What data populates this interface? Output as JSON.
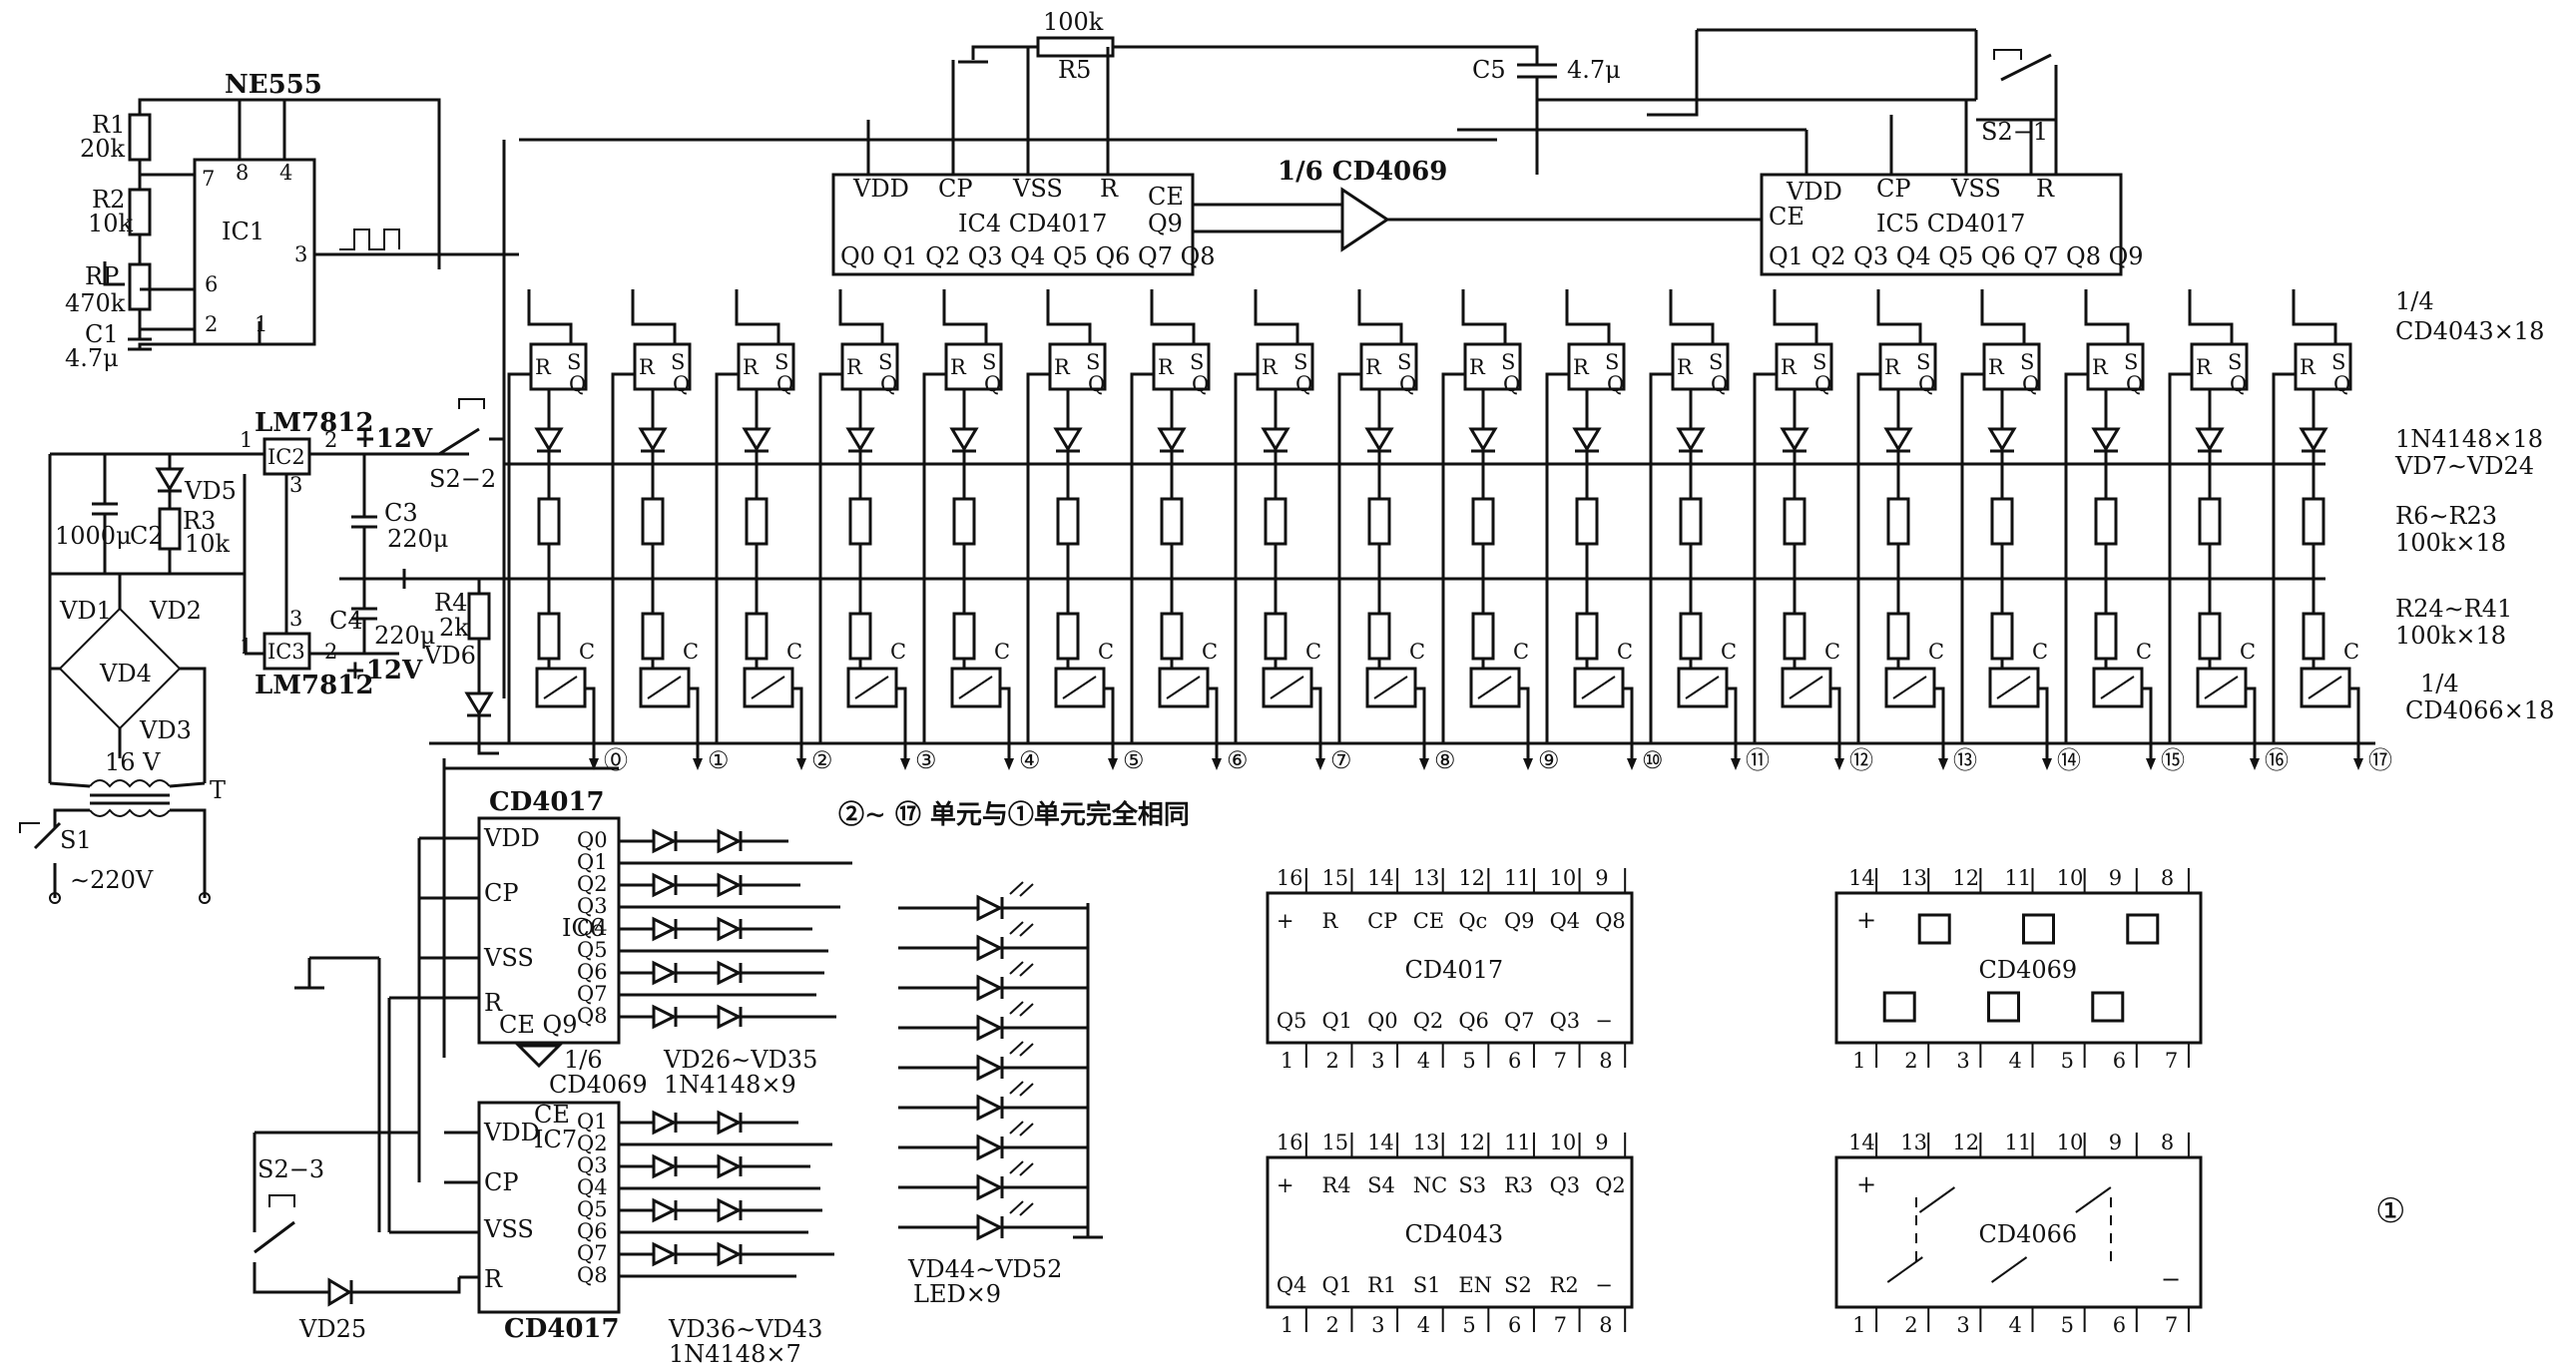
{
  "labels": {
    "ne555": "NE555",
    "ic1": "IC1",
    "r1": "R1",
    "r1v": "20k",
    "r2": "R2",
    "r2v": "10k",
    "rp": "RP",
    "rpv": "470k",
    "c1": "C1",
    "c1v": "4.7μ",
    "pin7": "7",
    "pin8": "8",
    "pin4": "4",
    "pin3": "3",
    "pin6": "6",
    "pin2": "2",
    "pin1": "1",
    "r5v": "100k",
    "r5": "R5",
    "c5": "C5",
    "c5v": "4.7μ",
    "s21": "S2−1",
    "cd4069_top": "1/6 CD4069",
    "ic4": "IC4  CD4017",
    "ic4_vdd": "VDD",
    "ic4_cp": "CP",
    "ic4_vss": "VSS",
    "ic4_r": "R",
    "ic4_ce": "CE",
    "ic4_q9": "Q9",
    "ic4_outs": "Q0 Q1 Q2 Q3 Q4 Q5 Q6 Q7 Q8",
    "ic5": "IC5  CD4017",
    "ic5_vdd": "VDD",
    "ic5_cp": "CP",
    "ic5_vss": "VSS",
    "ic5_r": "R",
    "ic5_ce": "CE",
    "ic5_outs": "Q1 Q2 Q3 Q4 Q5 Q6 Q7 Q8 Q9",
    "cd4043_count_a": "1/4",
    "cd4043_count_b": "CD4043×18",
    "diodes_a": "1N4148×18",
    "diodes_b": "VD7∼VD24",
    "r6_a": "R6∼R23",
    "r6_b": "100k×18",
    "r24_a": "R24∼R41",
    "r24_b": "100k×18",
    "cd4066_a": "1/4",
    "cd4066_b": "CD4066×18",
    "lm7812a": "LM7812",
    "ic2": "IC2",
    "lm7812b": "LM7812",
    "ic3": "IC3",
    "plus12a": "+12V",
    "plus12b": "+12V",
    "s22": "S2−2",
    "c3": "C3",
    "c3v": "220μ",
    "c4": "C4",
    "c4v": "220μ",
    "c2": "C2",
    "c2v": "1000μ",
    "r3": "R3",
    "r3v": "10k",
    "r4": "R4",
    "r4v": "2k",
    "vd5": "VD5",
    "vd6": "VD6",
    "vd1": "VD1",
    "vd2": "VD2",
    "vd3": "VD3",
    "vd4": "VD4",
    "transformer_v": "16 V",
    "t": "T",
    "s1": "S1",
    "mains": "∼220V",
    "cd4017_ic6": "CD4017",
    "ic6": "IC6",
    "ic6_vdd": "VDD",
    "ic6_cp": "CP",
    "ic6_vss": "VSS",
    "ic6_r": "R",
    "ic6_ce": "CE Q9",
    "ic6_outs": [
      "Q0",
      "Q1",
      "Q2",
      "Q3",
      "Q4",
      "Q5",
      "Q6",
      "Q7",
      "Q8"
    ],
    "cd4069_mid_a": "1/6",
    "cd4069_mid_b": "CD4069",
    "ic7": "IC7",
    "ic7_ce": "CE",
    "ic7_vdd": "VDD",
    "ic7_cp": "CP",
    "ic7_vss": "VSS",
    "ic7_r": "R",
    "ic7_outs": [
      "Q1",
      "Q2",
      "Q3",
      "Q4",
      "Q5",
      "Q6",
      "Q7",
      "Q8"
    ],
    "cd4017_ic7": "CD4017",
    "vd26_a": "VD26∼VD35",
    "vd26_b": "1N4148×9",
    "vd36_a": "VD36∼VD43",
    "vd36_b": "1N4148×7",
    "vd44_a": "VD44∼VD52",
    "vd44_b": "LED×9",
    "s23": "S2−3",
    "vd25": "VD25",
    "unit_note": "②∼ ⑰ 单元与①单元完全相同",
    "figure_mark": "①",
    "relay_c": "C",
    "latch_r": "R",
    "latch_s": "S",
    "latch_q": "Q",
    "units": [
      "⓪",
      "①",
      "②",
      "③",
      "④",
      "⑤",
      "⑥",
      "⑦",
      "⑧",
      "⑨",
      "⑩",
      "⑪",
      "⑫",
      "⑬",
      "⑭",
      "⑮",
      "⑯",
      "⑰"
    ]
  },
  "pinouts": {
    "cd4017": {
      "name": "CD4017",
      "top_nums": [
        "16",
        "15",
        "14",
        "13",
        "12",
        "11",
        "10",
        "9"
      ],
      "top_pins": [
        "+",
        "R",
        "CP",
        "CE",
        "Qc",
        "Q9",
        "Q4",
        "Q8"
      ],
      "bot_pins": [
        "Q5",
        "Q1",
        "Q0",
        "Q2",
        "Q6",
        "Q7",
        "Q3",
        "−"
      ],
      "bot_nums": [
        "1",
        "2",
        "3",
        "4",
        "5",
        "6",
        "7",
        "8"
      ]
    },
    "cd4043": {
      "name": "CD4043",
      "top_nums": [
        "16",
        "15",
        "14",
        "13",
        "12",
        "11",
        "10",
        "9"
      ],
      "top_pins": [
        "+",
        "R4",
        "S4",
        "NC",
        "S3",
        "R3",
        "Q3",
        "Q2"
      ],
      "bot_pins": [
        "Q4",
        "Q1",
        "R1",
        "S1",
        "EN",
        "S2",
        "R2",
        "−"
      ],
      "bot_nums": [
        "1",
        "2",
        "3",
        "4",
        "5",
        "6",
        "7",
        "8"
      ]
    },
    "cd4069": {
      "name": "CD4069",
      "top_nums": [
        "14",
        "13",
        "12",
        "11",
        "10",
        "9",
        "8"
      ],
      "bot_nums": [
        "1",
        "2",
        "3",
        "4",
        "5",
        "6",
        "7"
      ],
      "plus": "+"
    },
    "cd4066": {
      "name": "CD4066",
      "top_nums": [
        "14",
        "13",
        "12",
        "11",
        "10",
        "9",
        "8"
      ],
      "bot_nums": [
        "1",
        "2",
        "3",
        "4",
        "5",
        "6",
        "7"
      ],
      "plus": "+",
      "minus": "−"
    }
  }
}
